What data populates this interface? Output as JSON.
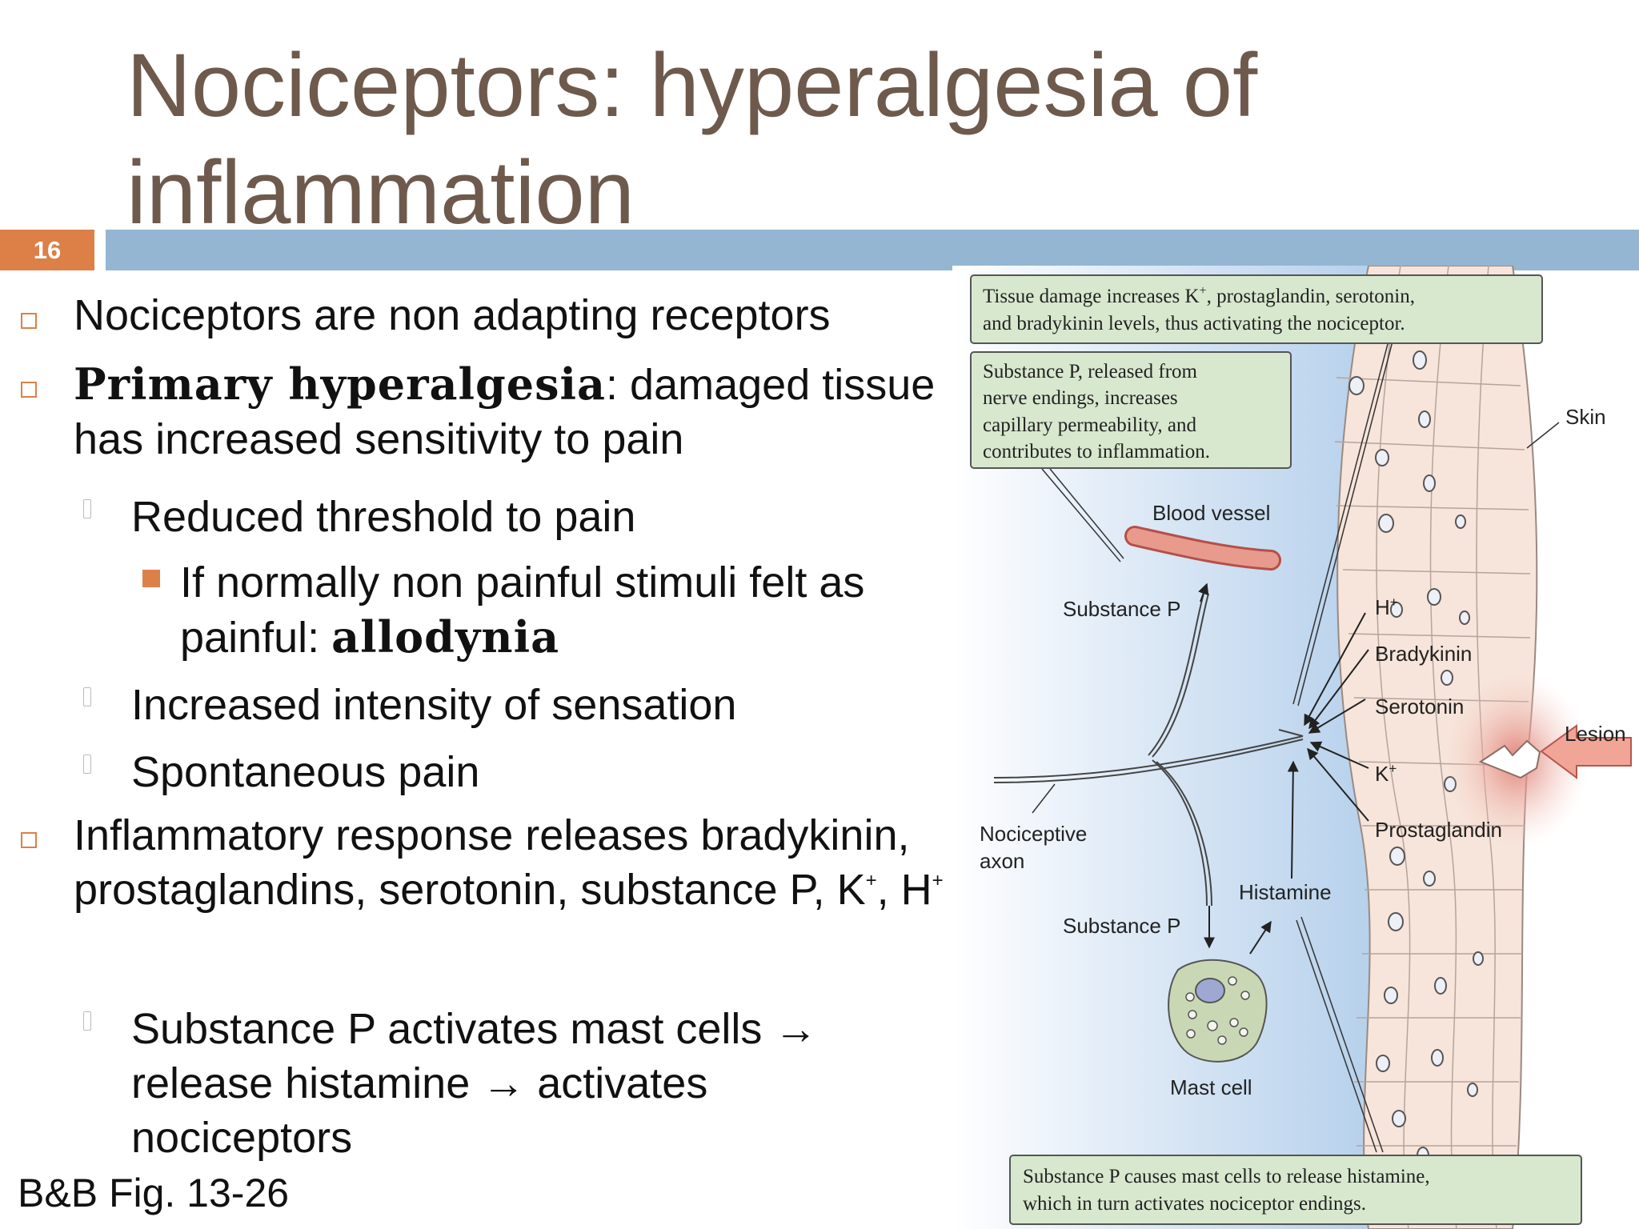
{
  "slide": {
    "title": "Nociceptors: hyperalgesia of inflammation",
    "number": "16",
    "caption": "B&B Fig. 13-26"
  },
  "bullets": {
    "b1": "Nociceptors are non adapting receptors",
    "b2_bold": "Primary hyperalgesia",
    "b2_rest": ": damaged tissue has increased sensitivity to pain",
    "b2_1": "Reduced threshold to pain",
    "b2_1_1_pre": "If normally non painful stimuli felt as painful: ",
    "b2_1_1_bold": "allodynia",
    "b2_2": "Increased intensity of sensation",
    "b2_3": "Spontaneous pain",
    "b3_pre": "Inflammatory response releases bradykinin, prostaglandins, serotonin, substance P, K",
    "b3_sep": ", H",
    "sup_plus": "+",
    "b3_1": "Substance P activates mast cells → release histamine → activates nociceptors"
  },
  "figure": {
    "box_top_l1": "Tissue damage increases K",
    "box_top_sup": "+",
    "box_top_l1b": ", prostaglandin, serotonin,",
    "box_top_l2": "and bradykinin levels,  thus activating the nociceptor.",
    "box_subp_l1": "Substance P, released from",
    "box_subp_l2": "nerve endings, increases",
    "box_subp_l3": "capillary permeability, and",
    "box_subp_l4": "contributes to inflammation.",
    "box_bottom_l1": "Substance P causes mast cells to release histamine,",
    "box_bottom_l2": "which in turn activates nociceptor endings.",
    "skin": "Skin",
    "lesion": "Lesion",
    "blood_vessel": "Blood vessel",
    "substance_p": "Substance P",
    "h_plus": "H",
    "k_plus": "K",
    "plus": "+",
    "bradykinin": "Bradykinin",
    "serotonin": "Serotonin",
    "prostaglandin": "Prostaglandin",
    "nociceptive": "Nociceptive",
    "axon": "axon",
    "histamine": "Histamine",
    "mast_cell": "Mast cell"
  }
}
